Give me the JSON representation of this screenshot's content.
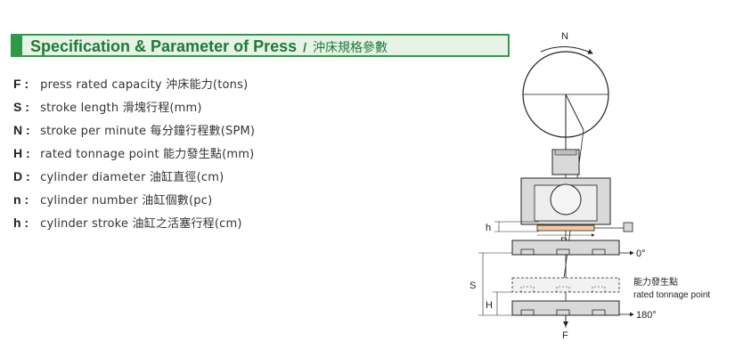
{
  "header": {
    "title_en": "Specification & Parameter of Press",
    "separator": "/",
    "title_zh": "沖床規格參數"
  },
  "params": [
    {
      "symbol": "F",
      "colon": ":",
      "desc": "press rated capacity 沖床能力(tons)"
    },
    {
      "symbol": "S",
      "colon": ":",
      "desc": "stroke length 滑塊行程(mm)"
    },
    {
      "symbol": "N",
      "colon": ":",
      "desc": "stroke per minute 每分鐘行程數(SPM)"
    },
    {
      "symbol": "H",
      "colon": ":",
      "desc": "rated tonnage point 能力發生點(mm)"
    },
    {
      "symbol": "D",
      "colon": ":",
      "desc": "cylinder diameter 油缸直徑(cm)"
    },
    {
      "symbol": "n",
      "colon": ":",
      "desc": "cylinder number 油缸個數(pc)"
    },
    {
      "symbol": "h",
      "colon": ":",
      "desc": "cylinder stroke 油缸之活塞行程(cm)"
    }
  ],
  "diagram": {
    "label_N": "N",
    "label_F": "F",
    "label_D": "D",
    "label_h": "h",
    "label_S": "S",
    "label_H": "H",
    "label_0deg": "0°",
    "label_180deg": "180°",
    "label_point_zh": "能力發生點",
    "label_point_en": "rated tonnage point"
  },
  "colors": {
    "accent_green": "#2e9a48",
    "header_bg": "#e6f3e6",
    "title_green": "#1f7a34",
    "die_fill": "#d9d9d9",
    "cylinder_orange": "#f4c9a0"
  }
}
